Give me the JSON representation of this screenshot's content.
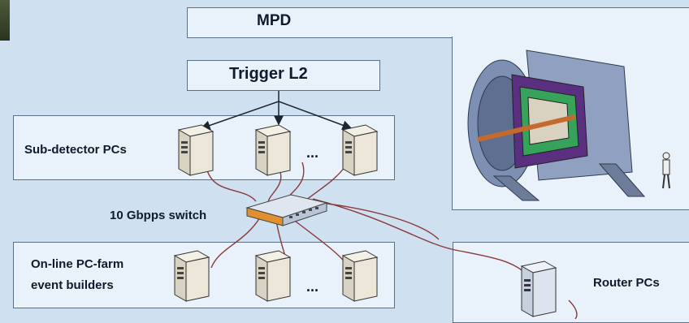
{
  "nodes": {
    "mpd": "MPD",
    "trigger": "Trigger L2",
    "subdetector": "Sub-detector PCs",
    "switch": "10 Gbpps switch",
    "farm_line1": "On-line PC-farm",
    "farm_line2": "event builders",
    "router": "Router PCs",
    "ellipsis_top": "...",
    "ellipsis_bottom": "..."
  },
  "colors": {
    "background": "#cfe0f1",
    "box_fill": "#e9f1fa",
    "box_border": "#5b6f86",
    "cable": "#8a3a3a",
    "arrow": "#1c2430"
  },
  "icons": [
    "server-tower-icon",
    "network-switch-icon",
    "detector-illustration",
    "person-icon",
    "photo-thumbnail"
  ]
}
